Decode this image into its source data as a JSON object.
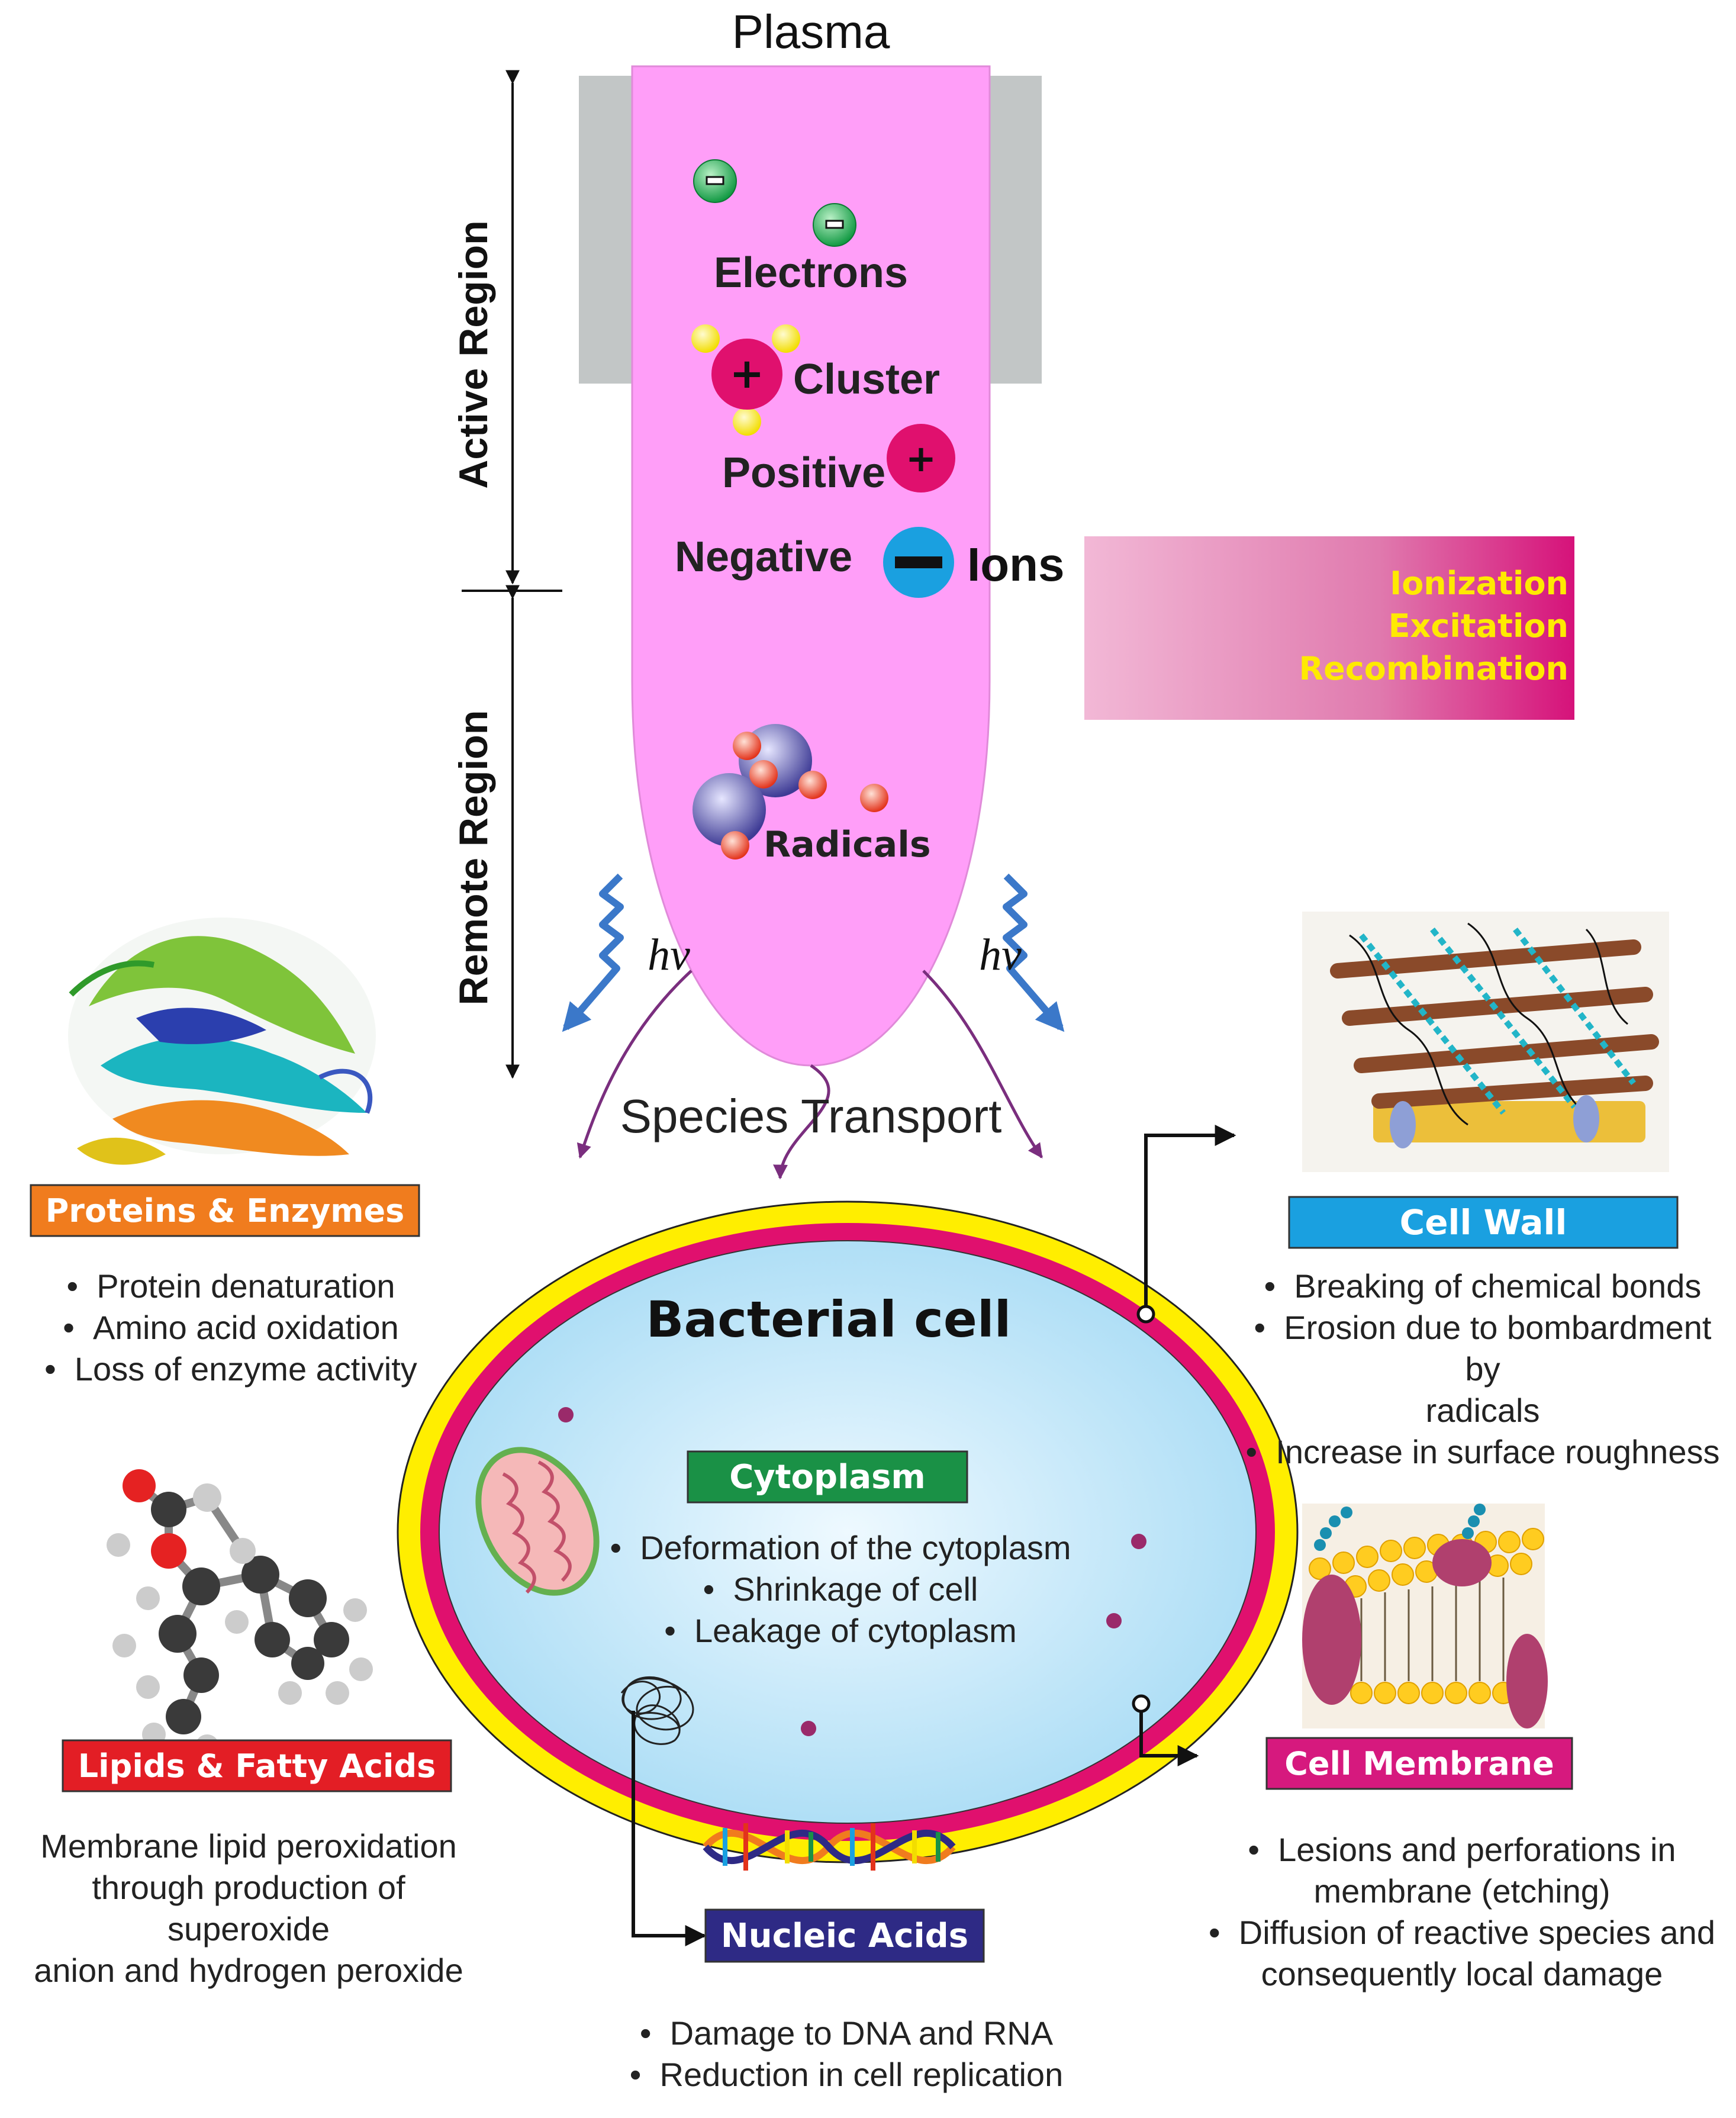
{
  "plasma": {
    "title": "Plasma",
    "active_region": "Active Region",
    "remote_region": "Remote Region",
    "electrons": "Electrons",
    "cluster": "Cluster",
    "positive": "Positive",
    "negative": "Negative",
    "ions": "Ions",
    "radicals": "Radicals",
    "hv_left": "hv",
    "hv_right": "hv",
    "species_transport": "Species Transport"
  },
  "processes": [
    "Ionization",
    "Excitation",
    "Recombination"
  ],
  "cell": {
    "title": "Bacterial cell",
    "cytoplasm": {
      "label": "Cytoplasm",
      "effects": [
        "Deformation of the cytoplasm",
        "Shrinkage of cell",
        "Leakage of cytoplasm"
      ]
    }
  },
  "proteins": {
    "label": "Proteins & Enzymes",
    "effects": [
      "Protein denaturation",
      "Amino acid oxidation",
      "Loss of enzyme activity"
    ]
  },
  "lipids": {
    "label": "Lipids & Fatty Acids",
    "effects": [
      "Membrane lipid peroxidation",
      "through production of superoxide",
      "anion and hydrogen peroxide"
    ]
  },
  "cell_wall": {
    "label": "Cell Wall",
    "effects": [
      "Breaking of chemical bonds",
      "Erosion due to bombardment by",
      "radicals",
      "Increase in surface roughness"
    ]
  },
  "cell_membrane": {
    "label": "Cell Membrane",
    "effects": [
      "Lesions and perforations in",
      "membrane (etching)",
      "Diffusion of reactive species and",
      "consequently local damage"
    ]
  },
  "nucleic_acids": {
    "label": "Nucleic Acids",
    "effects": [
      "Damage to DNA and RNA",
      "Reduction in cell replication"
    ]
  },
  "colors": {
    "plume": "#ff9ef8",
    "electrode": "#c2c6c6",
    "proteins_box": "#f07c1e",
    "lipids_box": "#e31e25",
    "cell_wall_box": "#1aa0e0",
    "cell_membrane_box": "#d6197e",
    "nucleic_box": "#2e2a85",
    "cytoplasm_box": "#1a9146",
    "process_text": "#ffea00"
  }
}
